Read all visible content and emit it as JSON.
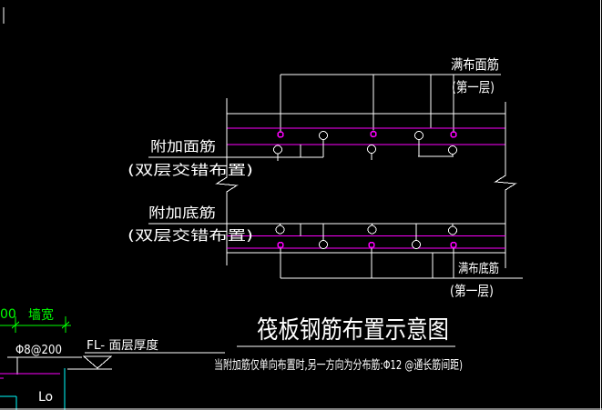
{
  "colors": {
    "background": "#000000",
    "line_white": "#ffffff",
    "rebar_magenta": "#ff00ff",
    "dimension_green": "#00ff00",
    "wall_cyan": "#00ffff"
  },
  "diagram": {
    "top_face_label": {
      "line1": "满布面筋",
      "line2": "(第一层)"
    },
    "added_face_label": {
      "line1": "附加面筋",
      "line2": "(双层交错布置)"
    },
    "added_bottom_label": {
      "line1": "附加底筋",
      "line2": "(双层交错布置)"
    },
    "bottom_face_label": {
      "line1": "满布底筋",
      "line2": "(第一层)"
    },
    "title": "筏板钢筋布置示意图",
    "note": "当附加筋仅单向布置时,另一方向为分布筋:Φ12 @通长筋间距)"
  },
  "wall_detail": {
    "dim_text_partial": "00",
    "wall_width_label": "墙宽",
    "stirrup_label": "Φ8@200",
    "floor_label": "FL- 面层厚度",
    "anchorage_label": "Lo"
  }
}
